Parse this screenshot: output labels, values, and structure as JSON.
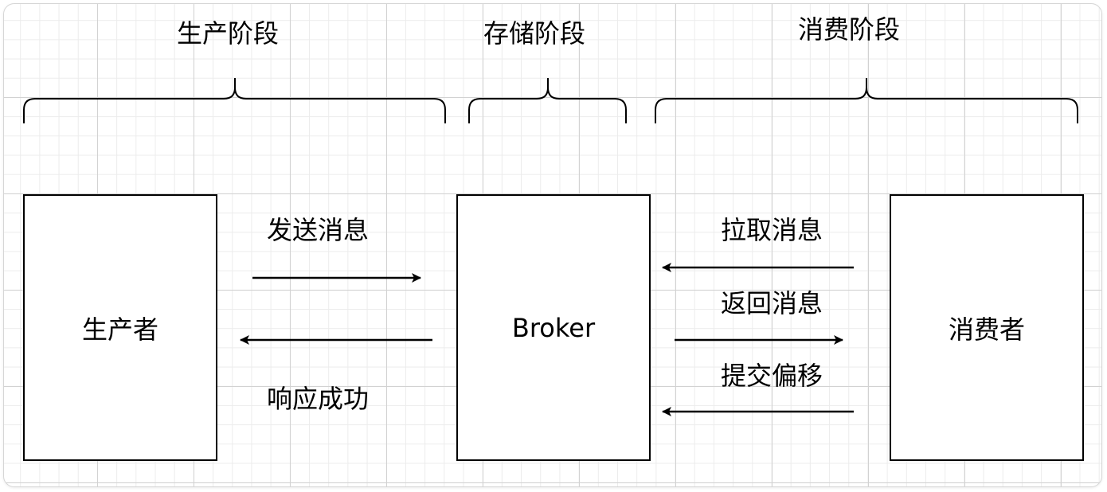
{
  "stages": {
    "produce": "生产阶段",
    "store": "存储阶段",
    "consume": "消费阶段"
  },
  "nodes": {
    "producer": "生产者",
    "broker": "Broker",
    "consumer": "消费者"
  },
  "edges": {
    "send_message": "发送消息",
    "response_success": "响应成功",
    "pull_message": "拉取消息",
    "return_message": "返回消息",
    "commit_offset": "提交偏移"
  },
  "colors": {
    "stroke": "#000000",
    "grid_major": "#d2d2d2",
    "grid_minor": "#ececec",
    "background": "#ffffff"
  }
}
